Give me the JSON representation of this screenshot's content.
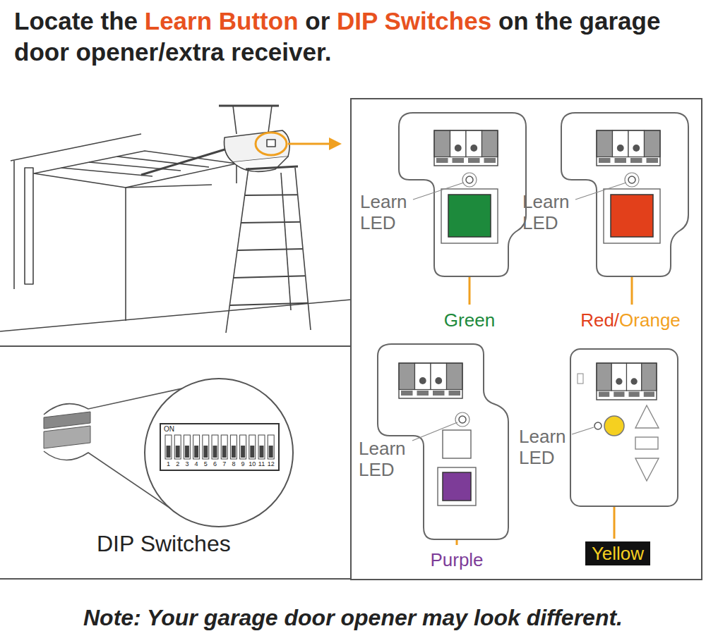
{
  "diagram": {
    "title": "Locate the Learn Button or DIP Switches on the garage door opener/extra receiver.",
    "caption": "Note: Your garage door opener may look different.",
    "nodes": [
      {
        "text": [
          "DIP Switches"
        ]
      },
      {
        "text": [
          "ON",
          "1",
          "2",
          "3",
          "4",
          "5",
          "6",
          "7",
          "8",
          "9",
          "10",
          "11",
          "12"
        ],
        "in": 0
      },
      {
        "text": [
          "Learn LED"
        ]
      },
      {
        "text": [
          "Learn LED"
        ]
      },
      {
        "text": [
          "Learn LED"
        ]
      },
      {
        "text": [
          "Learn LED"
        ]
      },
      {
        "text": [
          "Yellow"
        ]
      }
    ],
    "labels": [
      "Green",
      "Red/Orange",
      "Purple"
    ]
  }
}
